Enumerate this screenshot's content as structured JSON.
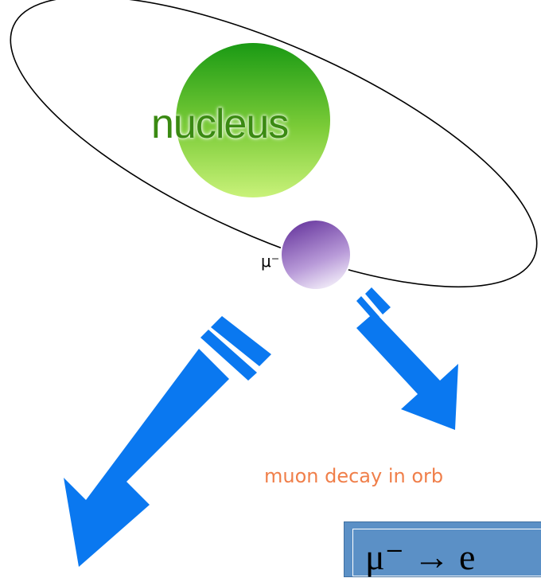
{
  "labels": {
    "nucleus": "nucleus",
    "muon": "μ⁻",
    "decay_in_orbit": "muon decay in orb",
    "formula": "μ⁻ → e"
  },
  "colors": {
    "nucleus_top": "#1a9a14",
    "nucleus_bottom": "#c9f27a",
    "muon_top": "#6a3aa0",
    "muon_bottom": "#ffffff",
    "arrow": "#0a78f0",
    "decay_text": "#f07f4a",
    "formula_box": "#5b90c6"
  }
}
